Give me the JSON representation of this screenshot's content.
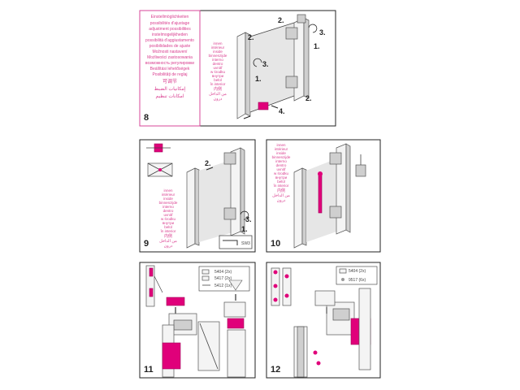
{
  "panel8": {
    "step": "8",
    "languages": [
      "Einstellmöglichkeiten",
      "possibilités d'ajustage",
      "adjustment possibilities",
      "instelmogelijkheden",
      "possibilità d'aggiustamento",
      "posibilidades de ajuste",
      "Možnosti nastavení",
      "Możliwości zastosowania",
      "возможность регулировки",
      "Beállítási lehetőségek",
      "Posibilități de reglaj",
      "可调节",
      "إمكانيات الضبط",
      "امکانات تنظیم"
    ],
    "inside_labels": [
      "innen",
      "intérieur",
      "inside",
      "binnenzijde",
      "interno",
      "dentro",
      "uvnitř",
      "w środku",
      "внутри",
      "belül",
      "în interior",
      "内侧",
      "من الداخل",
      "درون"
    ],
    "callouts": [
      "2.",
      "3.",
      "1.",
      "2.",
      "3.",
      "1.",
      "2.",
      "4."
    ]
  },
  "panel9": {
    "step": "9",
    "inside_labels": [
      "innen",
      "intérieur",
      "inside",
      "binnenzijde",
      "interno",
      "dentro",
      "uvnitř",
      "w środku",
      "внутри",
      "belül",
      "în interior",
      "内侧",
      "من الداخل",
      "درون"
    ],
    "callouts": [
      "2.",
      "3.",
      "1."
    ],
    "tool_label": "SW3"
  },
  "panel10": {
    "step": "10",
    "inside_labels": [
      "innen",
      "intérieur",
      "inside",
      "binnenzijde",
      "interno",
      "dentro",
      "uvnitř",
      "w środku",
      "внутри",
      "belül",
      "în interior",
      "内侧",
      "من الداخل",
      "درون"
    ]
  },
  "panel11": {
    "step": "11",
    "parts": [
      "5404 (2x)",
      "5417 (2x)",
      "5412 (1x)"
    ]
  },
  "panel12": {
    "step": "12",
    "parts": [
      "5404 (2x)",
      "9517 (6x)"
    ]
  },
  "colors": {
    "accent": "#e0007a",
    "frame": "#222222",
    "panel_border": "#d7479a"
  }
}
